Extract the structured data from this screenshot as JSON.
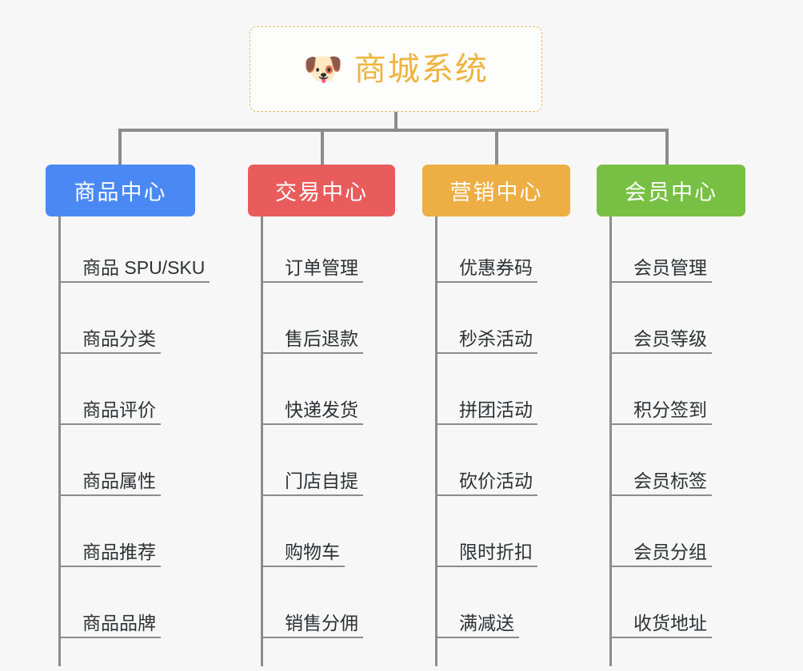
{
  "diagram": {
    "root": {
      "icon": "dog-face-emoji",
      "icon_glyph": "🐶",
      "title": "商城系统",
      "border_color": "#e8b96b",
      "text_color": "#edb43f"
    },
    "connector_color": "#8c8c8c",
    "background_color": "#f7f7f7",
    "columns": [
      {
        "header": "商品中心",
        "color": "#4a89f3",
        "items": [
          "商品 SPU/SKU",
          "商品分类",
          "商品评价",
          "商品属性",
          "商品推荐",
          "商品品牌"
        ]
      },
      {
        "header": "交易中心",
        "color": "#e95c5c",
        "items": [
          "订单管理",
          "售后退款",
          "快递发货",
          "门店自提",
          "购物车",
          "销售分佣"
        ]
      },
      {
        "header": "营销中心",
        "color": "#edae44",
        "items": [
          "优惠券码",
          "秒杀活动",
          "拼团活动",
          "砍价活动",
          "限时折扣",
          "满减送"
        ]
      },
      {
        "header": "会员中心",
        "color": "#77c043",
        "items": [
          "会员管理",
          "会员等级",
          "积分签到",
          "会员标签",
          "会员分组",
          "收货地址"
        ]
      }
    ]
  }
}
